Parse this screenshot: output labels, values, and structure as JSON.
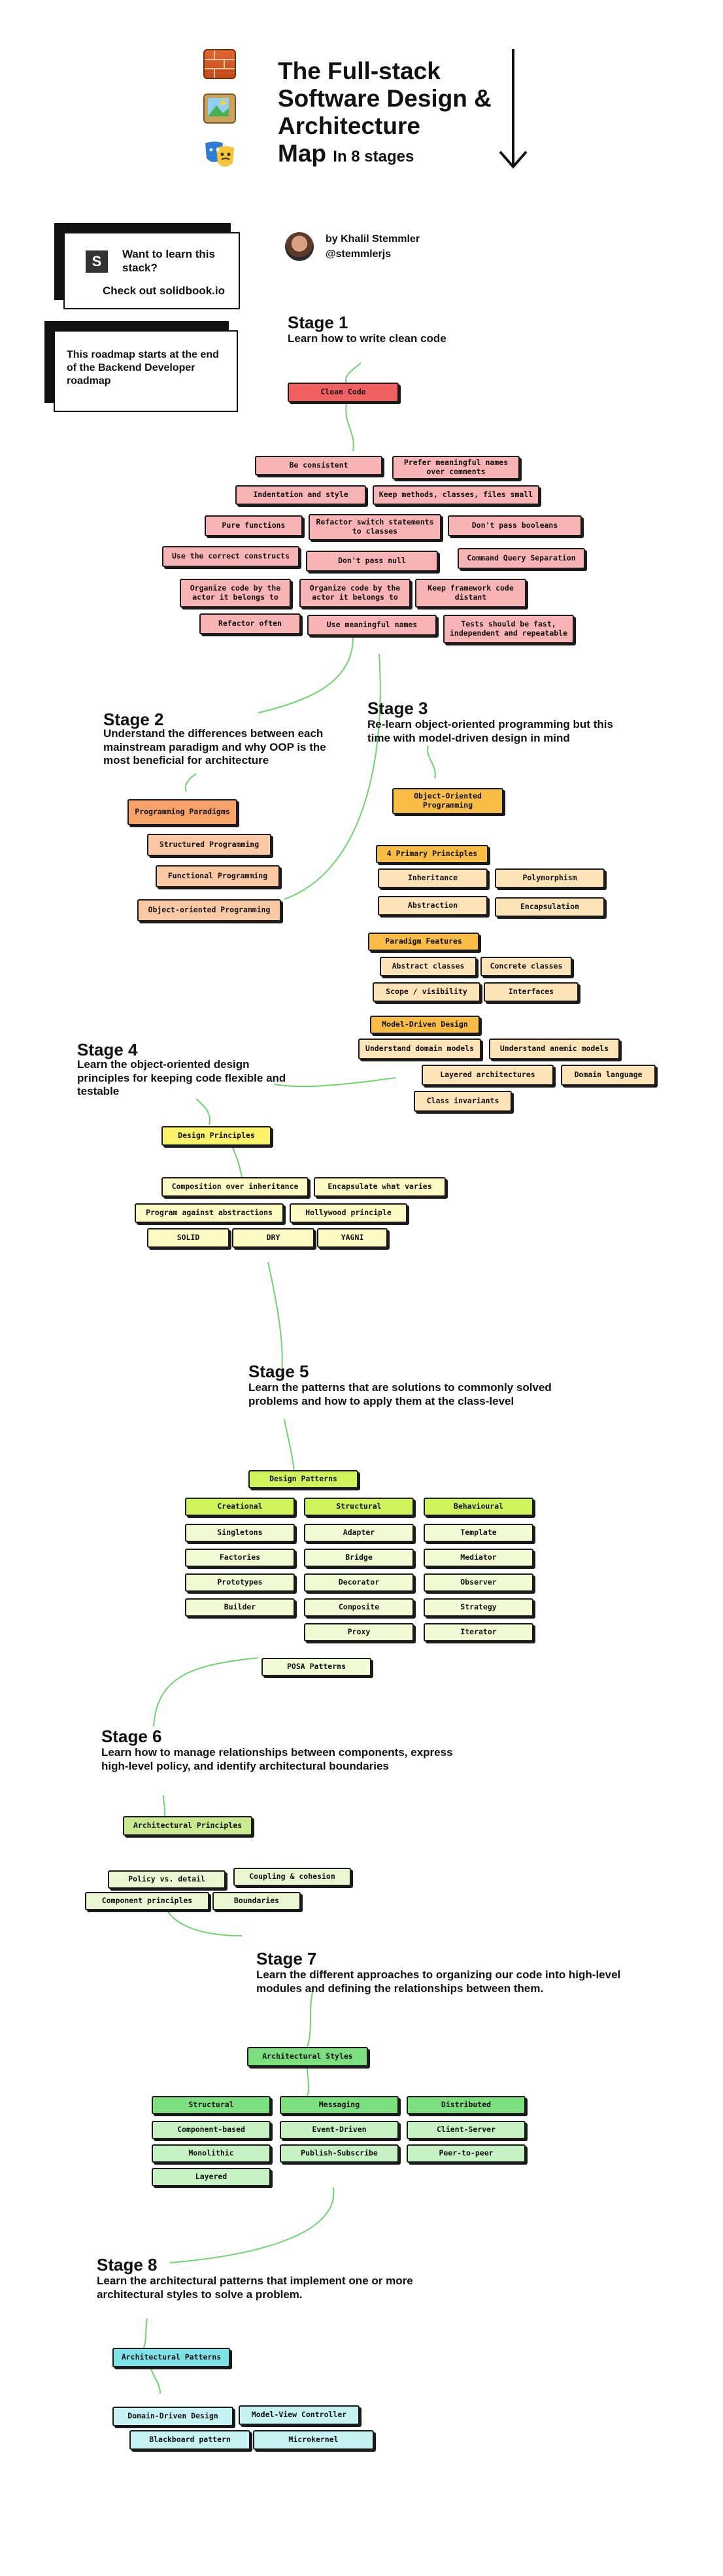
{
  "header": {
    "title_line1": "The Full-stack",
    "title_line2": "Software Design &",
    "title_line3": "Architecture",
    "title_line4": "Map",
    "title_suffix": "In 8 stages",
    "icons": [
      "brick-icon",
      "picture-icon",
      "theater-masks-icon"
    ],
    "arrow_icon": "arrow-down-icon"
  },
  "promo": {
    "logo_letter": "S",
    "line1": "Want to learn this",
    "line2": "stack?",
    "line3": "Check out solidbook.io"
  },
  "author": {
    "name": "by Khalil Stemmler",
    "handle": "@stemmlerjs"
  },
  "note": {
    "text": "This roadmap starts at the end of the Backend Developer roadmap"
  },
  "stages": [
    {
      "title": "Stage 1",
      "desc": "Learn how to write clean code"
    },
    {
      "title": "Stage 2",
      "desc": "Understand the differences between each mainstream paradigm and why OOP is the most beneficial for architecture"
    },
    {
      "title": "Stage 3",
      "desc": "Re-learn object-oriented programming but this time with model-driven design in mind"
    },
    {
      "title": "Stage 4",
      "desc": "Learn the object-oriented design principles for keeping code flexible and testable"
    },
    {
      "title": "Stage 5",
      "desc": "Learn the patterns that are solutions to commonly solved problems and how to apply them at the class-level"
    },
    {
      "title": "Stage 6",
      "desc": "Learn how to manage relationships between components, express high-level policy, and identify architectural boundaries"
    },
    {
      "title": "Stage 7",
      "desc": "Learn the different approaches to organizing our code into high-level modules and defining the relationships between them."
    },
    {
      "title": "Stage 8",
      "desc": "Learn the architectural patterns that implement one or more architectural styles to solve a problem."
    }
  ],
  "stage1": {
    "root": "Clean Code",
    "items": [
      "Be consistent",
      "Prefer meaningful names over comments",
      "Indentation and style",
      "Keep methods, classes, files small",
      "Pure functions",
      "Refactor switch statements to classes",
      "Don't pass booleans",
      "Use the correct constructs",
      "Don't pass null",
      "Command Query Separation",
      "Organize code by the actor it belongs to",
      "Organize code by the actor it belongs to",
      "Keep framework code distant",
      "Refactor often",
      "Use meaningful names",
      "Tests should be fast, independent and repeatable"
    ]
  },
  "stage2": {
    "root": "Programming Paradigms",
    "items": [
      "Structured Programming",
      "Functional Programming",
      "Object-oriented Programming"
    ]
  },
  "stage3": {
    "root": "Object-Oriented Programming",
    "primary": "4 Primary Principles",
    "primary_items": [
      "Inheritance",
      "Polymorphism",
      "Abstraction",
      "Encapsulation"
    ],
    "paradigm": "Paradigm Features",
    "paradigm_items": [
      "Abstract classes",
      "Concrete classes",
      "Scope / visibility",
      "Interfaces"
    ],
    "mdd": "Model-Driven Design",
    "mdd_items": [
      "Understand domain models",
      "Understand anemic models",
      "Layered architectures",
      "Domain language",
      "Class invariants"
    ]
  },
  "stage4": {
    "root": "Design Principles",
    "items": [
      "Composition over inheritance",
      "Encapsulate what varies",
      "Program against abstractions",
      "Hollywood principle",
      "SOLID",
      "DRY",
      "YAGNI"
    ]
  },
  "stage5": {
    "root": "Design Patterns",
    "columns": [
      {
        "header": "Creational",
        "items": [
          "Singletons",
          "Factories",
          "Prototypes",
          "Builder"
        ]
      },
      {
        "header": "Structural",
        "items": [
          "Adapter",
          "Bridge",
          "Decorator",
          "Composite",
          "Proxy"
        ]
      },
      {
        "header": "Behavioural",
        "items": [
          "Template",
          "Mediator",
          "Observer",
          "Strategy",
          "Iterator"
        ]
      }
    ],
    "posa": "POSA Patterns"
  },
  "stage6": {
    "root": "Architectural Principles",
    "items": [
      "Policy vs. detail",
      "Coupling & cohesion",
      "Component principles",
      "Boundaries"
    ]
  },
  "stage7": {
    "root": "Architectural Styles",
    "columns": [
      {
        "header": "Structural",
        "items": [
          "Component-based",
          "Monolithic",
          "Layered"
        ]
      },
      {
        "header": "Messaging",
        "items": [
          "Event-Driven",
          "Publish-Subscribe"
        ]
      },
      {
        "header": "Distributed",
        "items": [
          "Client-Server",
          "Peer-to-peer"
        ]
      }
    ]
  },
  "stage8": {
    "root": "Architectural Patterns",
    "items": [
      "Domain-Driven Design",
      "Model-View Controller",
      "Blackboard pattern",
      "Microkernel"
    ]
  },
  "colors": {
    "connector": "#6cd66c",
    "stage1": "#f06060",
    "stage2": "#f7a268",
    "stage3": "#f9bd45",
    "stage4": "#fbf46a",
    "stage5": "#cff35a",
    "stage6": "#c9ea91",
    "stage7": "#7de07f",
    "stage8": "#7ee2e6"
  }
}
